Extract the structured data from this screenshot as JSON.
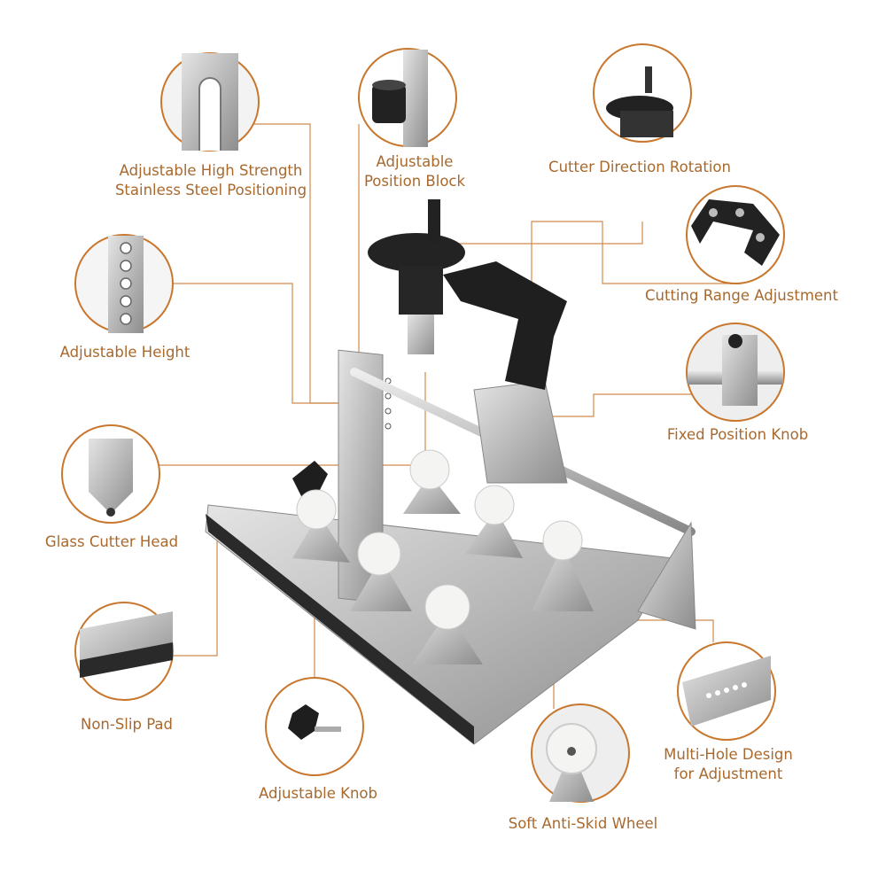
{
  "accent_color": "#c8772e",
  "label_color": "#a8692e",
  "callouts": [
    {
      "id": "steel",
      "lines": [
        "Adjustable High Strength",
        "Stainless Steel Positioning"
      ]
    },
    {
      "id": "block",
      "lines": [
        "Adjustable",
        "Position Block"
      ]
    },
    {
      "id": "rotation",
      "lines": [
        "Cutter Direction Rotation"
      ]
    },
    {
      "id": "range",
      "lines": [
        "Cutting Range Adjustment"
      ]
    },
    {
      "id": "fixedknob",
      "lines": [
        "Fixed Position Knob"
      ]
    },
    {
      "id": "height",
      "lines": [
        "Adjustable Height"
      ]
    },
    {
      "id": "head",
      "lines": [
        "Glass Cutter Head"
      ]
    },
    {
      "id": "pad",
      "lines": [
        "Non-Slip Pad"
      ]
    },
    {
      "id": "knob",
      "lines": [
        "Adjustable Knob"
      ]
    },
    {
      "id": "wheel",
      "lines": [
        "Soft Anti-Skid Wheel"
      ]
    },
    {
      "id": "multihole",
      "lines": [
        "Multi-Hole Design",
        "for Adjustment"
      ]
    }
  ]
}
